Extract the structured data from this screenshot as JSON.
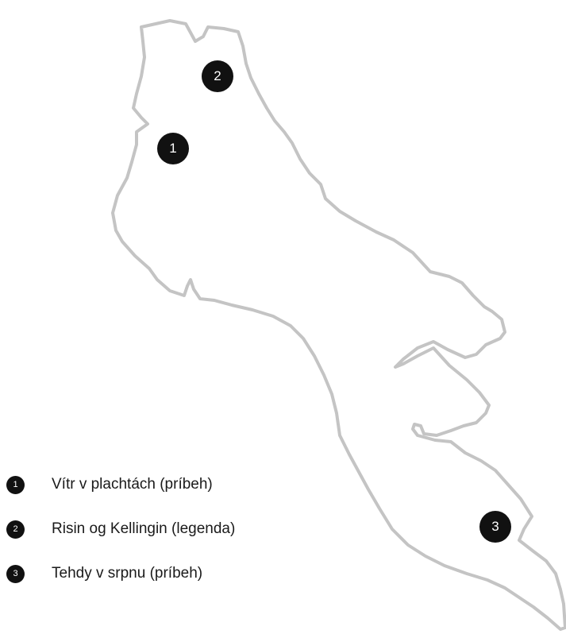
{
  "colors": {
    "outline": "#c4c4c4",
    "marker": "#111111",
    "marker_text": "#ffffff",
    "legend_text": "#1a1a1a"
  },
  "markers": [
    {
      "number": "1",
      "label": "Vítr v plachtách (príbeh)"
    },
    {
      "number": "2",
      "label": "Risin og Kellingin (legenda)"
    },
    {
      "number": "3",
      "label": "Tehdy v srpnu (príbeh)"
    }
  ]
}
